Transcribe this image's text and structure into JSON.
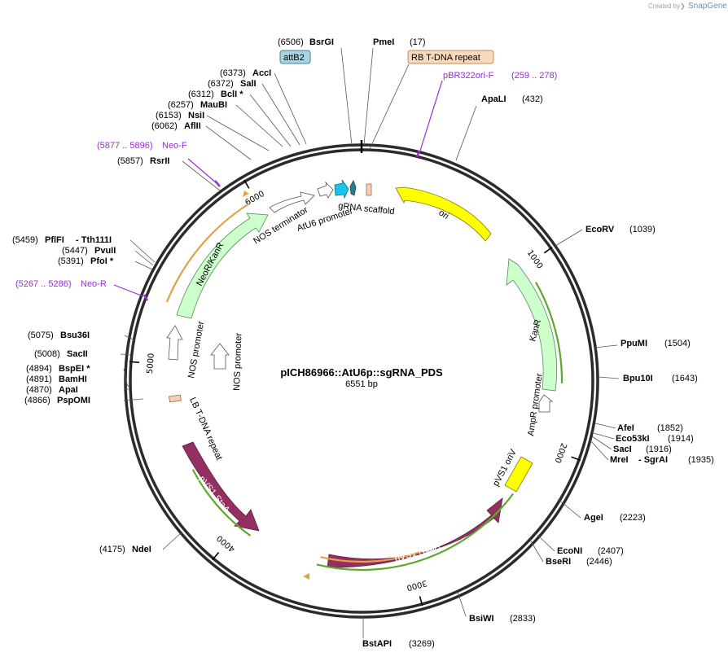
{
  "credit": {
    "prefix": "Created by",
    "brand": "SnapGene"
  },
  "plasmid": {
    "name": "pICH86966::AtU6p::sgRNA_PDS",
    "length": "6551 bp"
  },
  "ticks": [
    {
      "label": "1000",
      "pos": 1000
    },
    {
      "label": "2000",
      "pos": 2000
    },
    {
      "label": "3000",
      "pos": 3000
    },
    {
      "label": "4000",
      "pos": 4000
    },
    {
      "label": "5000",
      "pos": 5000
    },
    {
      "label": "6000",
      "pos": 6000
    }
  ],
  "sites": [
    {
      "name": "BsrGI",
      "pos": "(6506)"
    },
    {
      "name": "PmeI",
      "pos": "(17)"
    },
    {
      "name": "ApaLI",
      "pos": "(432)"
    },
    {
      "name": "EcoRV",
      "pos": "(1039)"
    },
    {
      "name": "PpuMI",
      "pos": "(1504)"
    },
    {
      "name": "Bpu10I",
      "pos": "(1643)"
    },
    {
      "name": "AfeI",
      "pos": "(1852)"
    },
    {
      "name": "Eco53kI",
      "pos": "(1914)"
    },
    {
      "name": "SacI",
      "pos": "(1916)"
    },
    {
      "name": "MreI",
      "extra": "- SgrAI",
      "pos": "(1935)"
    },
    {
      "name": "AgeI",
      "pos": "(2223)"
    },
    {
      "name": "EcoNI",
      "pos": "(2407)"
    },
    {
      "name": "BseRI",
      "pos": "(2446)"
    },
    {
      "name": "BsiWI",
      "pos": "(2833)"
    },
    {
      "name": "BstAPI",
      "pos": "(3269)"
    },
    {
      "name": "NdeI",
      "pos": "(4175)"
    },
    {
      "name": "PspOMI",
      "pos": "(4866)"
    },
    {
      "name": "ApaI",
      "pos": "(4870)"
    },
    {
      "name": "BamHI",
      "pos": "(4891)"
    },
    {
      "name": "BspEI *",
      "pos": "(4894)"
    },
    {
      "name": "SacII",
      "pos": "(5008)"
    },
    {
      "name": "Bsu36I",
      "pos": "(5075)"
    },
    {
      "name": "PfoI *",
      "pos": "(5391)"
    },
    {
      "name": "PvuII",
      "pos": "(5447)"
    },
    {
      "name": "PflFI",
      "extra": "- Tth111I",
      "pos": "(5459)"
    },
    {
      "name": "RsrII",
      "pos": "(5857)"
    },
    {
      "name": "AflII",
      "pos": "(6062)"
    },
    {
      "name": "NsiI",
      "pos": "(6153)"
    },
    {
      "name": "MauBI",
      "pos": "(6257)"
    },
    {
      "name": "BclI *",
      "pos": "(6312)"
    },
    {
      "name": "SalI",
      "pos": "(6372)"
    },
    {
      "name": "AccI",
      "pos": "(6373)"
    }
  ],
  "primers": [
    {
      "name": "pBR322ori-F",
      "pos": "(259 .. 278)"
    },
    {
      "name": "Neo-F",
      "pos": "(5877 .. 5896)"
    },
    {
      "name": "Neo-R",
      "pos": "(5267 .. 5286)"
    }
  ],
  "boxed": [
    {
      "name": "attB2",
      "fill": "#a9d3e0",
      "stroke": "#4a7f93"
    },
    {
      "name": "RB T-DNA repeat",
      "fill": "#f8d9bd",
      "stroke": "#c48d5a"
    }
  ],
  "features": {
    "ori": "ori",
    "kanr": "KanR",
    "ampr_promoter": "AmpR promoter",
    "pvs1_oriv": "pVS1 oriV",
    "pvs1_repa": "pVS1 RepA",
    "pvs1_staa": "pVS1 StaA",
    "lb_tdna": "LB T-DNA repeat",
    "nos_promoter_1": "NOS promoter",
    "nos_promoter_2": "NOS promoter",
    "neor_kanr": "NeoR/KanR",
    "nos_terminator": "NOS terminator",
    "atu6_promoter": "AtU6 promoter",
    "grna_scaffold": "gRNA scaffold"
  },
  "colors": {
    "ori": "#ffff00",
    "kanr": "#ccffcc",
    "pvs1": "#943061",
    "pvs1_oriv": "#ffff00",
    "lb": "#f3d1b3",
    "primer": "#9a2bd6",
    "orange_arc": "#e5a148",
    "green_arc": "#5fa82e",
    "cyan": "#19c4ea",
    "teal": "#2e7b8e"
  }
}
